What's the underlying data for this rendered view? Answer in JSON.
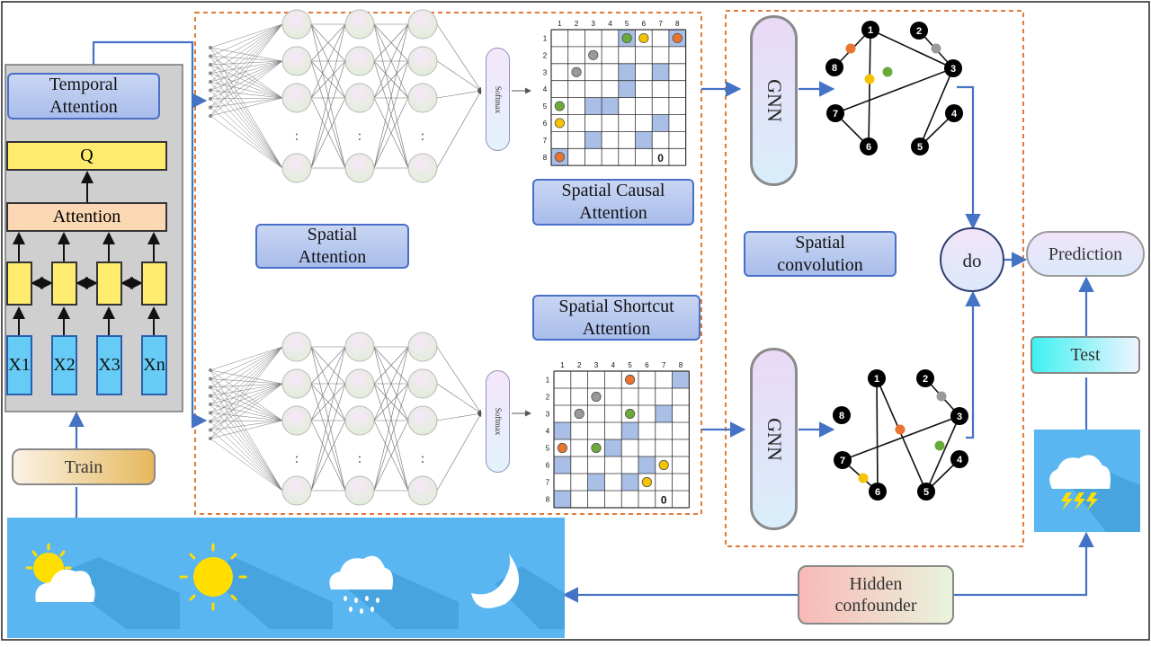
{
  "temporal_attention": {
    "label_line1": "Temporal",
    "label_line2": "Attention",
    "q_label": "Q",
    "attention_label": "Attention",
    "inputs": [
      "X1",
      "X2",
      "X3",
      "Xn"
    ]
  },
  "train_label": "Train",
  "spatial_attention": {
    "label_line1": "Spatial",
    "label_line2": "Attention"
  },
  "softmax_label": "Softmax",
  "causal_attention": {
    "label_line1": "Spatial Causal",
    "label_line2": "Attention"
  },
  "shortcut_attention": {
    "label_line1": "Spatial Shortcut",
    "label_line2": "Attention"
  },
  "matrix": {
    "col_labels": [
      "1",
      "2",
      "3",
      "4",
      "5",
      "6",
      "7",
      "8"
    ],
    "row_labels": [
      "1",
      "2",
      "3",
      "4",
      "5",
      "6",
      "7",
      "8"
    ],
    "zero_label": "0"
  },
  "gnn_label": "GNN",
  "spatial_convolution": {
    "label_line1": "Spatial",
    "label_line2": "convolution"
  },
  "do_label": "do",
  "prediction_label": "Prediction",
  "test_label": "Test",
  "hidden_confounder": {
    "label_line1": "Hidden",
    "label_line2": "confounder"
  },
  "graph": {
    "node_labels": [
      "1",
      "2",
      "3",
      "4",
      "5",
      "6",
      "7",
      "8"
    ]
  },
  "colors": {
    "arrow": "#4472c4",
    "dashed_frame": "#e07b39",
    "dot_orange": "#e8742e",
    "dot_gray": "#9a9a9a",
    "dot_green": "#6aaa3a",
    "dot_yellow": "#f5c300",
    "cell_blue": "#a9bfe6",
    "weather_bg": "#59b6f1"
  }
}
